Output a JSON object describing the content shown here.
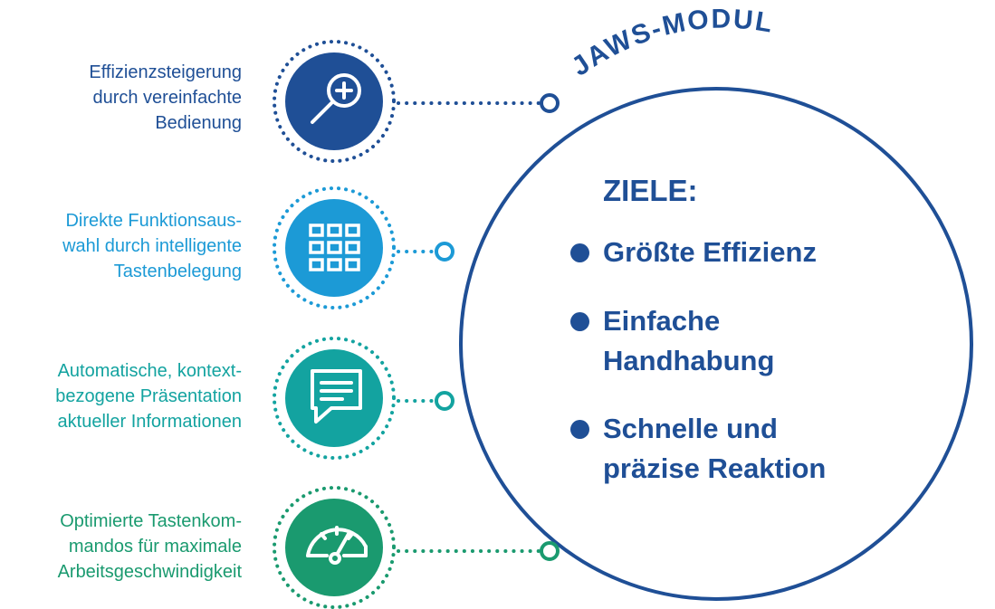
{
  "module_title": "JAWS-MODUL",
  "goals": {
    "title": "ZIELE:",
    "items": [
      {
        "lines": [
          "Größte Effizienz"
        ]
      },
      {
        "lines": [
          "Einfache",
          "Handhabung"
        ]
      },
      {
        "lines": [
          "Schnelle und",
          "präzise Reaktion"
        ]
      }
    ]
  },
  "features": [
    {
      "icon": "magnifier-plus-icon",
      "color": "#1f4f96",
      "lines": [
        "Effizienzsteigerung",
        "durch vereinfachte",
        "Bedienung"
      ]
    },
    {
      "icon": "keypad-grid-icon",
      "color": "#1c9ad6",
      "lines": [
        "Direkte Funktionsaus-",
        "wahl durch intelligente",
        "Tastenbelegung"
      ]
    },
    {
      "icon": "speech-bubble-icon",
      "color": "#13a3a0",
      "lines": [
        "Automatische, kontext-",
        "bezogene Präsentation",
        "aktueller Informationen"
      ]
    },
    {
      "icon": "speedometer-icon",
      "color": "#1a9a6f",
      "lines": [
        "Optimierte Tastenkom-",
        "mandos für maximale",
        "Arbeitsgeschwindigkeit"
      ]
    }
  ],
  "colors": {
    "main_circle": "#1f4f96"
  }
}
